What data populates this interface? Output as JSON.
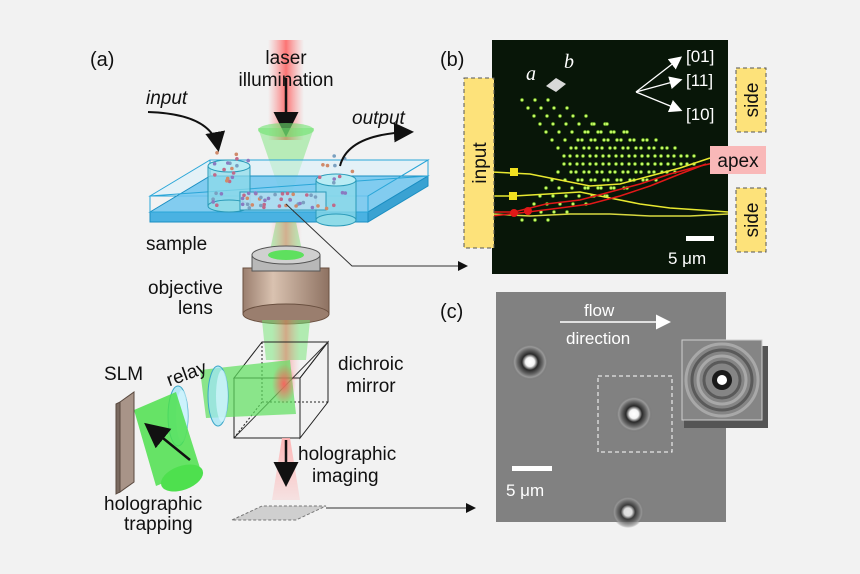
{
  "panels": {
    "a": "(a)",
    "b": "(b)",
    "c": "(c)"
  },
  "setup": {
    "laser": [
      "laser",
      "illumination"
    ],
    "input": "input",
    "output": "output",
    "sample": "sample",
    "objective": [
      "objective",
      "lens"
    ],
    "dichroic": [
      "dichroic",
      "mirror"
    ],
    "slm": "SLM",
    "relay": "relay",
    "imaging": [
      "holographic",
      "imaging"
    ],
    "trapping": [
      "holographic",
      "trapping"
    ]
  },
  "trap_image": {
    "lattice_a": "a",
    "lattice_b": "b",
    "dir_01": "[01]",
    "dir_11": "[11]",
    "dir_10": "[10]",
    "input": "input",
    "side_top": "side",
    "side_bottom": "side",
    "apex": "apex",
    "scale": "5 μm"
  },
  "holo_image": {
    "flow": [
      "flow",
      "direction"
    ],
    "scale": "5 μm"
  },
  "colors": {
    "laser": "#e8202a",
    "trap_beam": "#3ddc3d",
    "sample_blue": "#8fd2f0",
    "label_yellow": "#fde27a",
    "apex_pink": "#f9b8b8",
    "trap_spot": "#c9ff5a"
  }
}
